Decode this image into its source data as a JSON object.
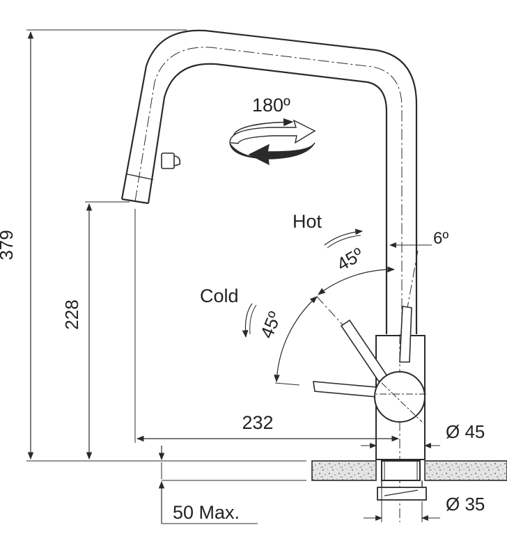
{
  "colors": {
    "ink": "#2a2a2a",
    "light": "#ffffff",
    "countertop": "#d9d9d9"
  },
  "dimensions": {
    "total_height": "379",
    "spout_height": "228",
    "reach": "232",
    "max_thickness": "50 Max.",
    "body_diameter": "Ø 45",
    "hole_diameter": "Ø 35",
    "rotation": "180º",
    "tilt_angle": "6º",
    "hot_angle": "45º",
    "cold_angle": "45º"
  },
  "labels": {
    "hot": "Hot",
    "cold": "Cold"
  },
  "icons": {
    "rotation": "rotation-arrow-icon",
    "hot": "curved-arrow-icon",
    "cold": "curved-arrow-icon"
  }
}
